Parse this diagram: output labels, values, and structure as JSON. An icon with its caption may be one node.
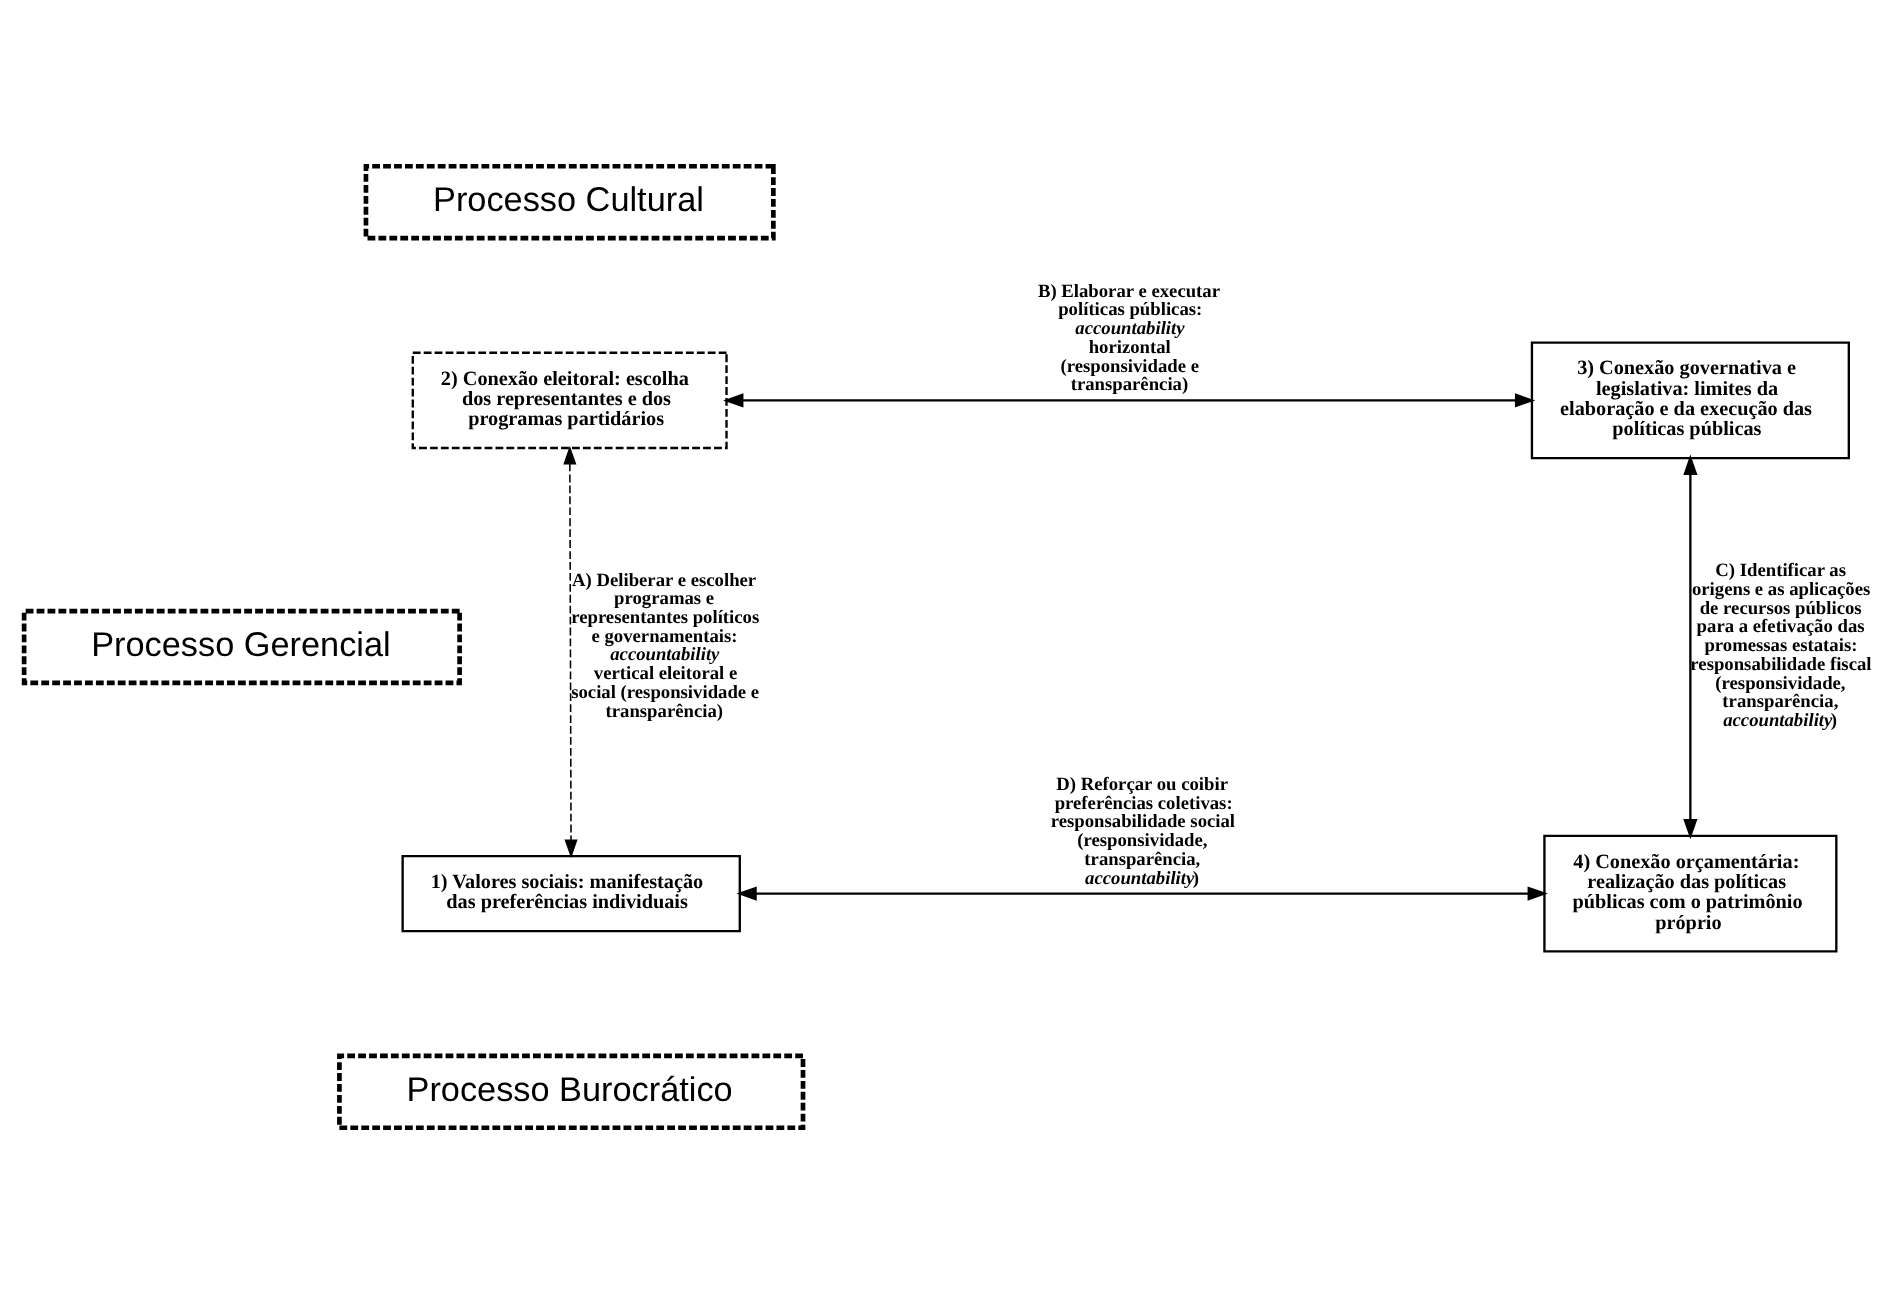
{
  "diagram": {
    "nodes": [
      {
        "text": [
          "Processo Cultural"
        ]
      },
      {
        "text": [
          "2) Conexão eleitoral: escolha dos representantes e dos programas partidários"
        ]
      },
      {
        "text": [
          "3) Conexão governativa e legislativa: limites da elaboração e da execução das políticas públicas"
        ]
      },
      {
        "text": [
          "Processo Gerencial"
        ]
      },
      {
        "text": [
          "1) Valores sociais: manifestação das preferências individuais"
        ]
      },
      {
        "text": [
          "4) Conexão orçamentária: realização das políticas públicas com o patrimônio próprio"
        ]
      },
      {
        "text": [
          "Processo Burocrático"
        ]
      }
    ],
    "edges": [
      {
        "from": 1,
        "to": 4,
        "arrow": "both",
        "style": "dashed",
        "label": "A) Deliberar e escolher programas e representantes políticos e governamentais: *accountability* vertical eleitoral e social (responsividade e transparência)"
      },
      {
        "from": 1,
        "to": 2,
        "arrow": "both",
        "label": "B) Elaborar e executar políticas públicas: *accountability* horizontal (responsividade e transparência)"
      },
      {
        "from": 2,
        "to": 5,
        "arrow": "both",
        "label": "C) Identificar as origens e as aplicações de recursos públicos para a efetivação das promessas estatais: responsabilidade fiscal (responsividade, transparência, *accountability*)"
      },
      {
        "from": 4,
        "to": 5,
        "arrow": "both",
        "label": "D) Reforçar ou coibir preferências coletivas: responsabilidade social (responsividade, transparência, *accountability*)"
      }
    ]
  }
}
